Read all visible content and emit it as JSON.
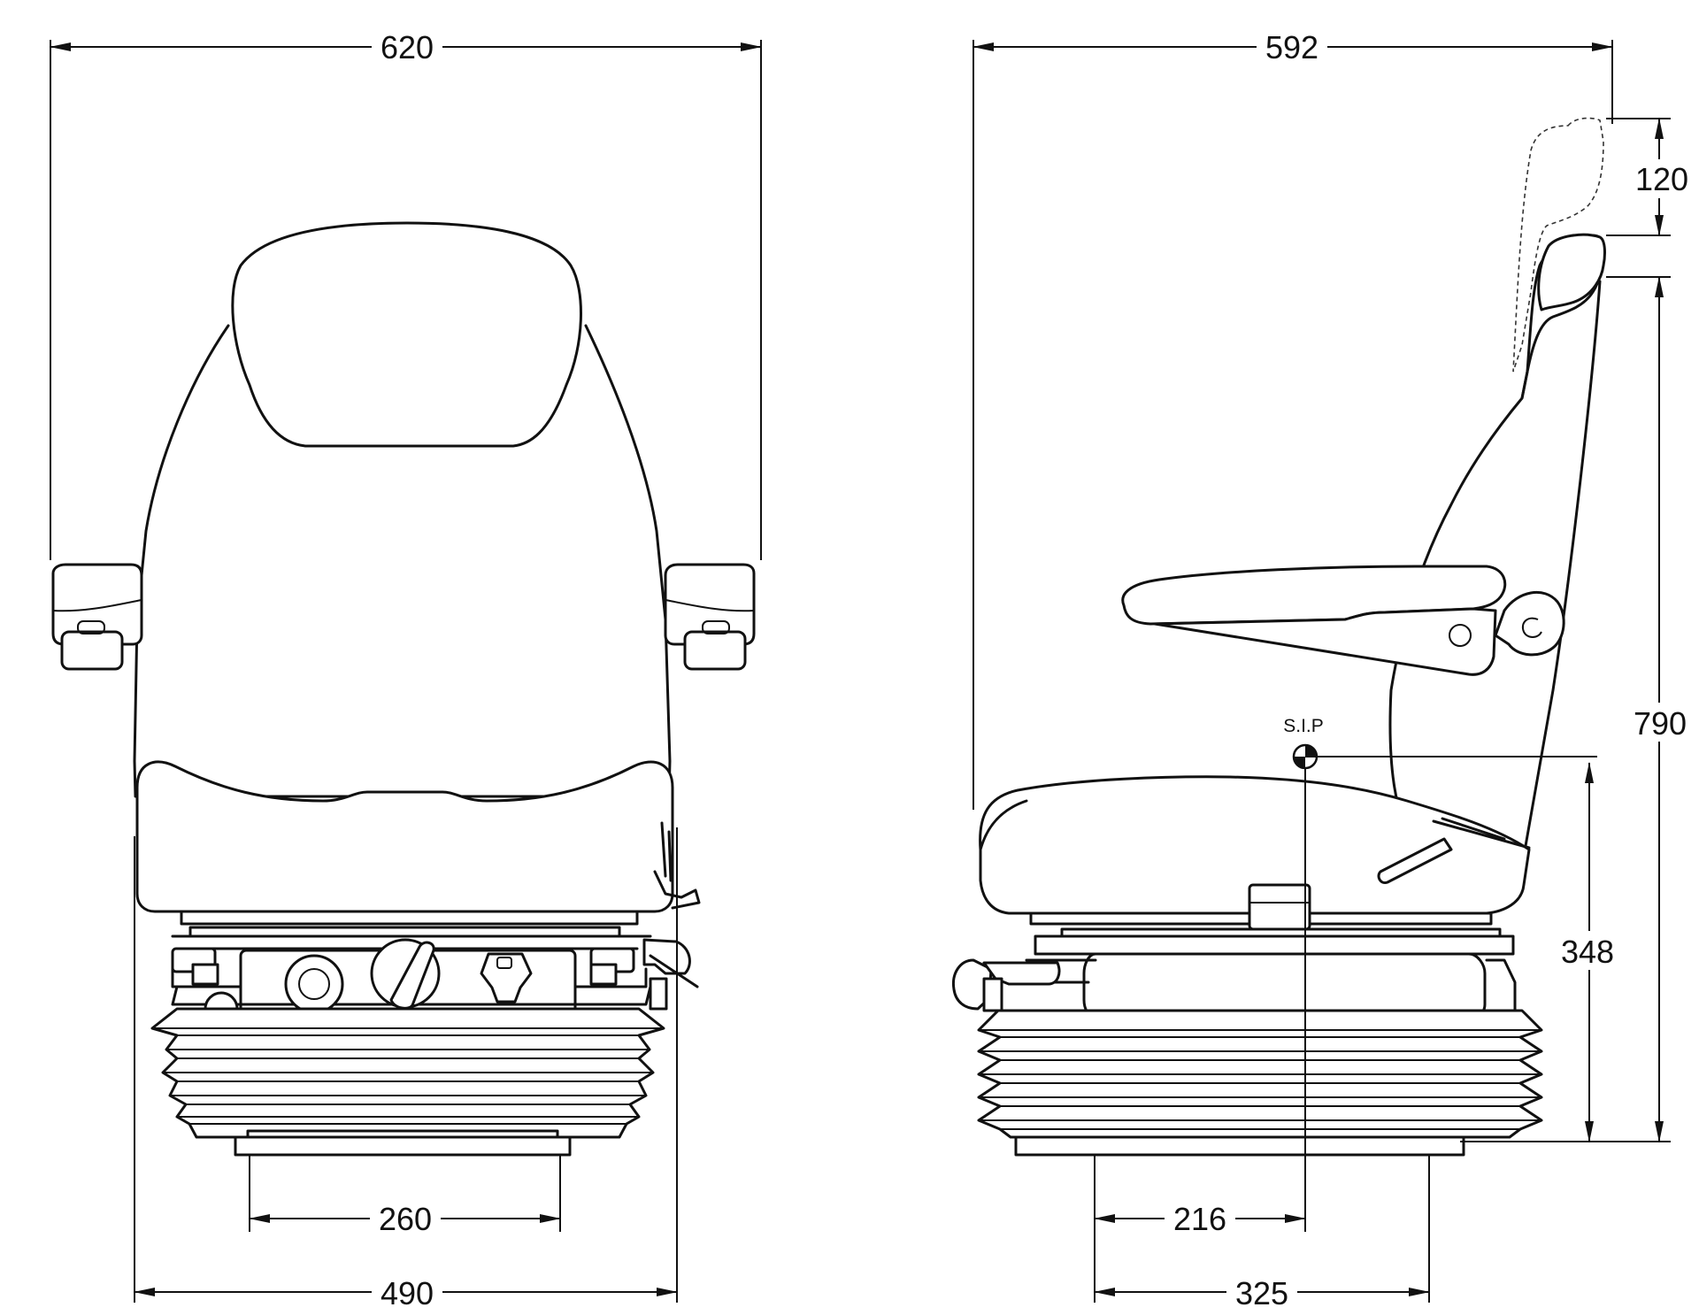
{
  "front_view": {
    "width_overall": "620",
    "width_base": "490",
    "mount_spacing": "260"
  },
  "side_view": {
    "depth_overall": "592",
    "headrest_adjust": "120",
    "height_overall": "790",
    "sip_height": "348",
    "sip_label": "S.I.P",
    "sip_offset": "216",
    "mount_spacing": "325"
  }
}
